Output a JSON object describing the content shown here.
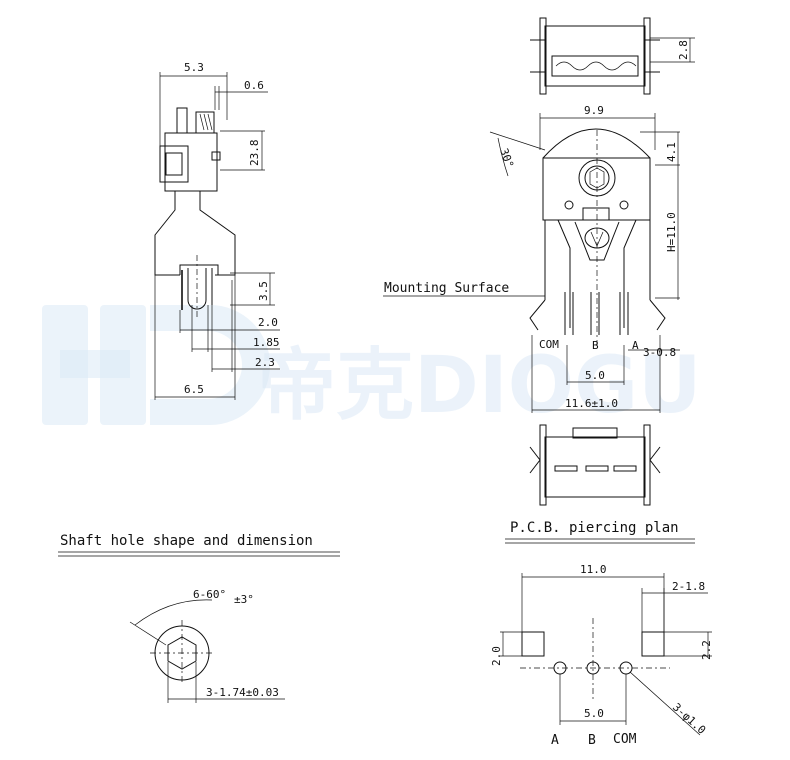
{
  "watermark": {
    "text": "帝克DIOGU",
    "color": "#dbe9f6"
  },
  "side_view": {
    "top_width": "5.3",
    "gap": "0.6",
    "body_height": "23.8",
    "slot_height": "3.5",
    "dim_a": "2.0",
    "dim_b": "1.85",
    "dim_c": "2.3",
    "bottom_width": "6.5"
  },
  "front_view": {
    "top_height": "2.8",
    "width": "9.9",
    "angle": "30°",
    "cap_height": "4.1",
    "height": "H=11.0",
    "mounting_label": "Mounting Surface",
    "pin_com": "COM",
    "pin_b": "B",
    "pin_a": "A",
    "pin_width": "3-0.8",
    "pin_pitch": "5.0",
    "overall_width": "11.6±1.0"
  },
  "shaft_hole": {
    "title": "Shaft hole shape and dimension",
    "angle_label": "6-60°",
    "angle_tol": "±3°",
    "across_flats": "3-1.74±0.03"
  },
  "pcb_plan": {
    "title": "P.C.B. piercing plan",
    "span": "11.0",
    "slot_width": "2-1.8",
    "slot_height": "2.0",
    "slot_h2": "2.2",
    "pitch": "5.0",
    "hole_dia": "3-φ1.0",
    "label_a": "A",
    "label_b": "B",
    "label_com": "COM"
  }
}
